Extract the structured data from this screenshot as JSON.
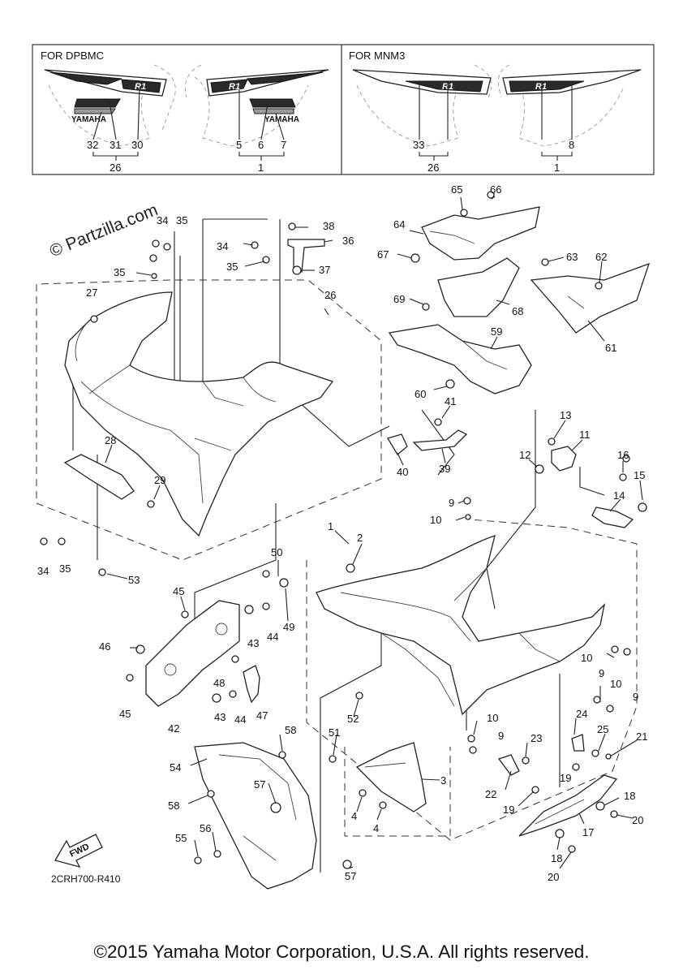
{
  "diagram": {
    "inset_left": {
      "header": "FOR DPBMC",
      "logo_text": "YAMAHA",
      "model_text": "R1"
    },
    "inset_right": {
      "header": "FOR MNM3",
      "model_text": "R1"
    },
    "watermark": "© Partzilla.com",
    "ref_code": "2CRH700-R410",
    "fwd_label": "FWD",
    "copyright": "©2015 Yamaha Motor Corporation, U.S.A. All rights reserved.",
    "callouts": [
      {
        "id": "c-32",
        "label": "32"
      },
      {
        "id": "c-31",
        "label": "31"
      },
      {
        "id": "c-30",
        "label": "30"
      },
      {
        "id": "c-26a",
        "label": "26"
      },
      {
        "id": "c-5",
        "label": "5"
      },
      {
        "id": "c-6",
        "label": "6"
      },
      {
        "id": "c-7",
        "label": "7"
      },
      {
        "id": "c-1a",
        "label": "1"
      },
      {
        "id": "c-33",
        "label": "33"
      },
      {
        "id": "c-26b",
        "label": "26"
      },
      {
        "id": "c-8",
        "label": "8"
      },
      {
        "id": "c-1b",
        "label": "1"
      },
      {
        "id": "c-34a",
        "label": "34"
      },
      {
        "id": "c-35a",
        "label": "35"
      },
      {
        "id": "c-35b",
        "label": "35"
      },
      {
        "id": "c-27",
        "label": "27"
      },
      {
        "id": "c-38",
        "label": "38"
      },
      {
        "id": "c-34b",
        "label": "34"
      },
      {
        "id": "c-36",
        "label": "36"
      },
      {
        "id": "c-35c",
        "label": "35"
      },
      {
        "id": "c-37",
        "label": "37"
      },
      {
        "id": "c-26c",
        "label": "26"
      },
      {
        "id": "c-65",
        "label": "65"
      },
      {
        "id": "c-66",
        "label": "66"
      },
      {
        "id": "c-64",
        "label": "64"
      },
      {
        "id": "c-67",
        "label": "67"
      },
      {
        "id": "c-63",
        "label": "63"
      },
      {
        "id": "c-62",
        "label": "62"
      },
      {
        "id": "c-69",
        "label": "69"
      },
      {
        "id": "c-68",
        "label": "68"
      },
      {
        "id": "c-61",
        "label": "61"
      },
      {
        "id": "c-59",
        "label": "59"
      },
      {
        "id": "c-60",
        "label": "60"
      },
      {
        "id": "c-41",
        "label": "41"
      },
      {
        "id": "c-28",
        "label": "28"
      },
      {
        "id": "c-29",
        "label": "29"
      },
      {
        "id": "c-40",
        "label": "40"
      },
      {
        "id": "c-39",
        "label": "39"
      },
      {
        "id": "c-13",
        "label": "13"
      },
      {
        "id": "c-11",
        "label": "11"
      },
      {
        "id": "c-12",
        "label": "12"
      },
      {
        "id": "c-16",
        "label": "16"
      },
      {
        "id": "c-15",
        "label": "15"
      },
      {
        "id": "c-14",
        "label": "14"
      },
      {
        "id": "c-9a",
        "label": "9"
      },
      {
        "id": "c-10a",
        "label": "10"
      },
      {
        "id": "c-34c",
        "label": "34"
      },
      {
        "id": "c-35d",
        "label": "35"
      },
      {
        "id": "c-53",
        "label": "53"
      },
      {
        "id": "c-1c",
        "label": "1"
      },
      {
        "id": "c-2",
        "label": "2"
      },
      {
        "id": "c-50",
        "label": "50"
      },
      {
        "id": "c-45a",
        "label": "45"
      },
      {
        "id": "c-49",
        "label": "49"
      },
      {
        "id": "c-43a",
        "label": "43"
      },
      {
        "id": "c-44a",
        "label": "44"
      },
      {
        "id": "c-46",
        "label": "46"
      },
      {
        "id": "c-48",
        "label": "48"
      },
      {
        "id": "c-45b",
        "label": "45"
      },
      {
        "id": "c-43b",
        "label": "43"
      },
      {
        "id": "c-44b",
        "label": "44"
      },
      {
        "id": "c-47",
        "label": "47"
      },
      {
        "id": "c-42",
        "label": "42"
      },
      {
        "id": "c-10b",
        "label": "10"
      },
      {
        "id": "c-9b",
        "label": "9"
      },
      {
        "id": "c-10c",
        "label": "10"
      },
      {
        "id": "c-9c",
        "label": "9"
      },
      {
        "id": "c-52",
        "label": "52"
      },
      {
        "id": "c-10d",
        "label": "10"
      },
      {
        "id": "c-9d",
        "label": "9"
      },
      {
        "id": "c-24",
        "label": "24"
      },
      {
        "id": "c-25",
        "label": "25"
      },
      {
        "id": "c-21",
        "label": "21"
      },
      {
        "id": "c-58a",
        "label": "58"
      },
      {
        "id": "c-51",
        "label": "51"
      },
      {
        "id": "c-23",
        "label": "23"
      },
      {
        "id": "c-54",
        "label": "54"
      },
      {
        "id": "c-3",
        "label": "3"
      },
      {
        "id": "c-22",
        "label": "22"
      },
      {
        "id": "c-19a",
        "label": "19"
      },
      {
        "id": "c-57a",
        "label": "57"
      },
      {
        "id": "c-58b",
        "label": "58"
      },
      {
        "id": "c-4a",
        "label": "4"
      },
      {
        "id": "c-4b",
        "label": "4"
      },
      {
        "id": "c-19b",
        "label": "19"
      },
      {
        "id": "c-18a",
        "label": "18"
      },
      {
        "id": "c-17",
        "label": "17"
      },
      {
        "id": "c-20a",
        "label": "20"
      },
      {
        "id": "c-55",
        "label": "55"
      },
      {
        "id": "c-56",
        "label": "56"
      },
      {
        "id": "c-18b",
        "label": "18"
      },
      {
        "id": "c-57b",
        "label": "57"
      },
      {
        "id": "c-20b",
        "label": "20"
      }
    ]
  }
}
